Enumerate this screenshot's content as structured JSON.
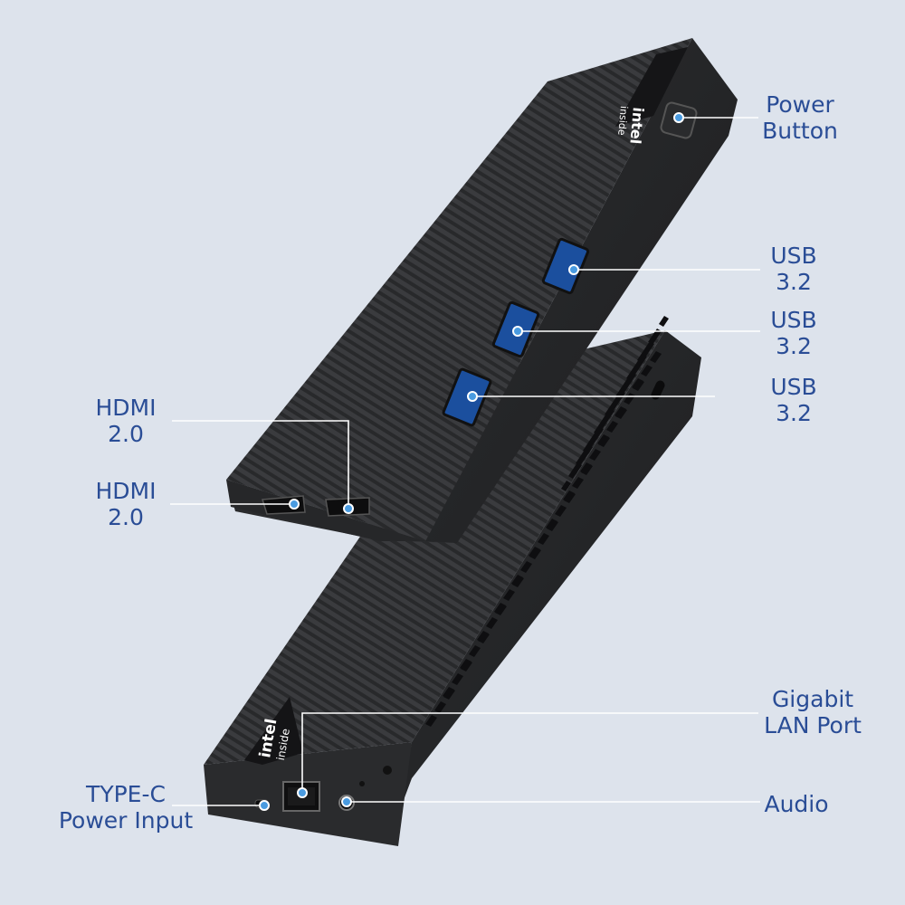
{
  "background_color": "#dde3ec",
  "accent_color": "#2a4d96",
  "dot_color": "#4a9be0",
  "device_color": "#2f3032",
  "logos": {
    "top_device": [
      "intel",
      "inside"
    ],
    "bottom_device": [
      "intel",
      "inside"
    ]
  },
  "callouts": {
    "power_button": {
      "line1": "Power",
      "line2": "Button"
    },
    "usb_1": {
      "line1": "USB",
      "line2": "3.2"
    },
    "usb_2": {
      "line1": "USB",
      "line2": "3.2"
    },
    "usb_3": {
      "line1": "USB",
      "line2": "3.2"
    },
    "hdmi_1": {
      "line1": "HDMI",
      "line2": "2.0"
    },
    "hdmi_2": {
      "line1": "HDMI",
      "line2": "2.0"
    },
    "lan": {
      "line1": "Gigabit",
      "line2": "LAN Port"
    },
    "audio": {
      "line1": "Audio"
    },
    "type_c": {
      "line1": "TYPE-C",
      "line2": "Power Input"
    }
  }
}
